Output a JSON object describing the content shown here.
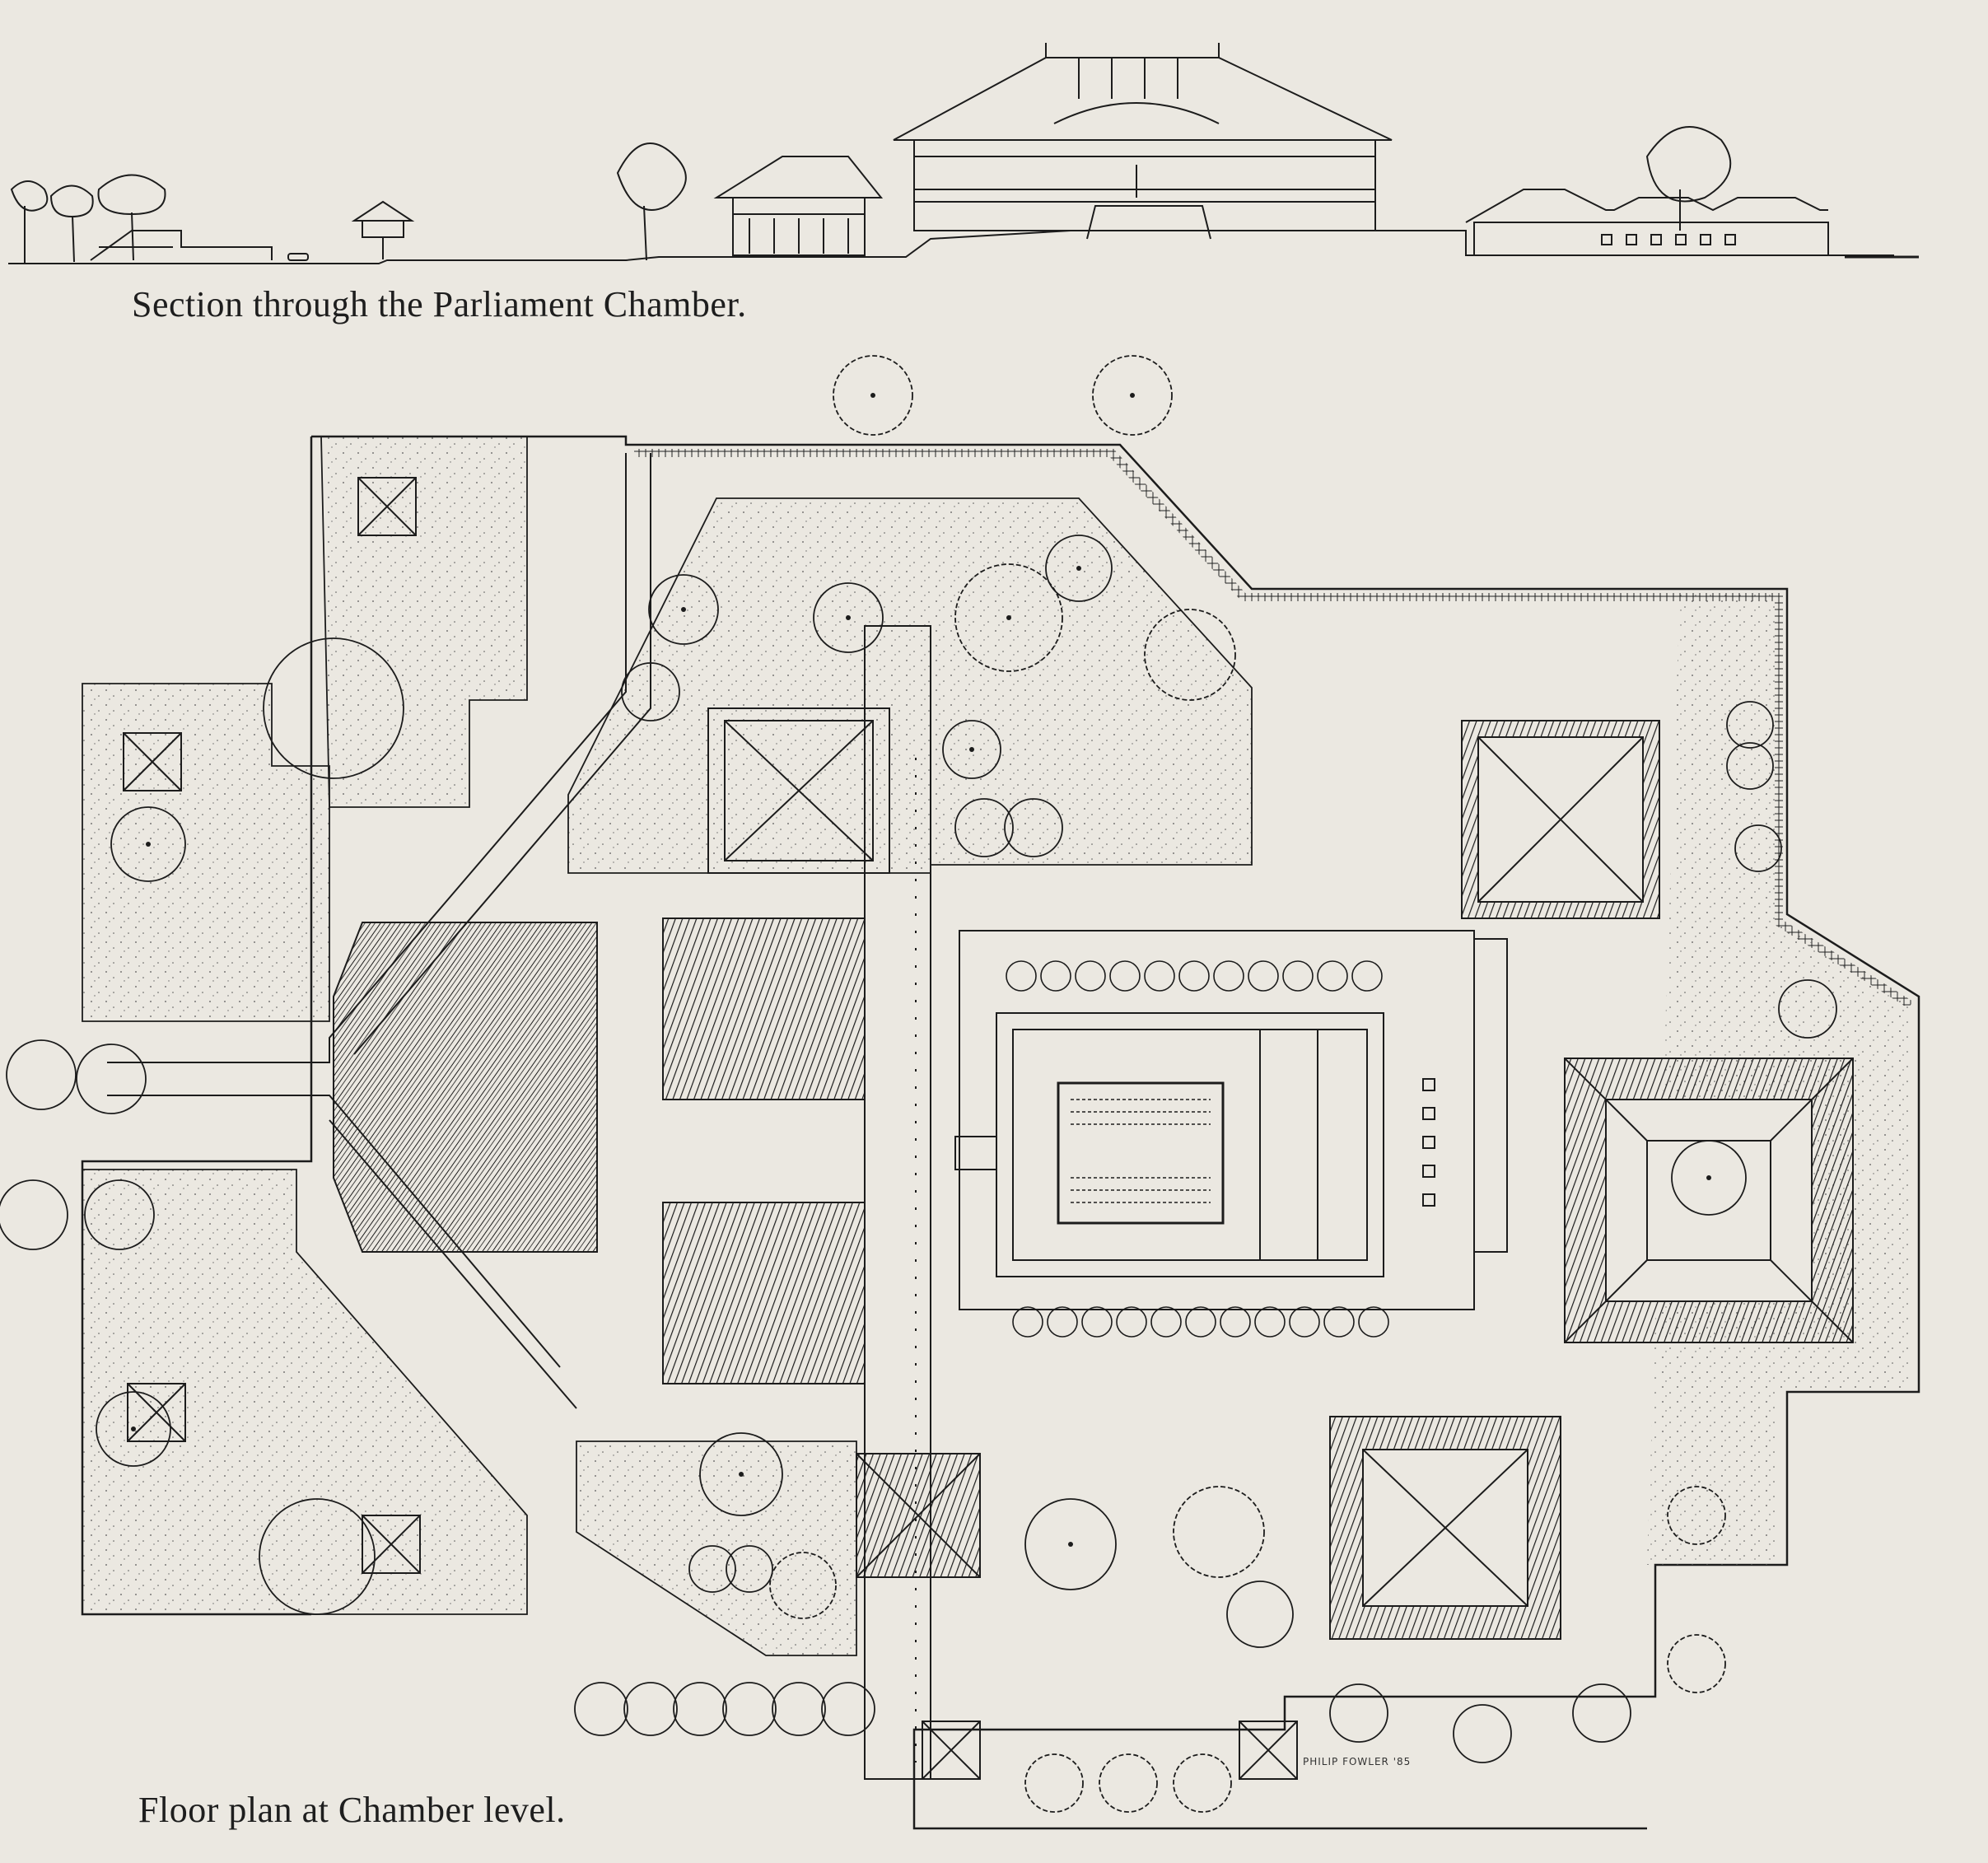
{
  "captions": {
    "section": "Section through the Parliament Chamber.",
    "plan": "Floor plan at Chamber level."
  },
  "signature": "PHILIP FOWLER '85",
  "colors": {
    "paper": "#ebe8e1",
    "ink": "#1c1c1c"
  }
}
